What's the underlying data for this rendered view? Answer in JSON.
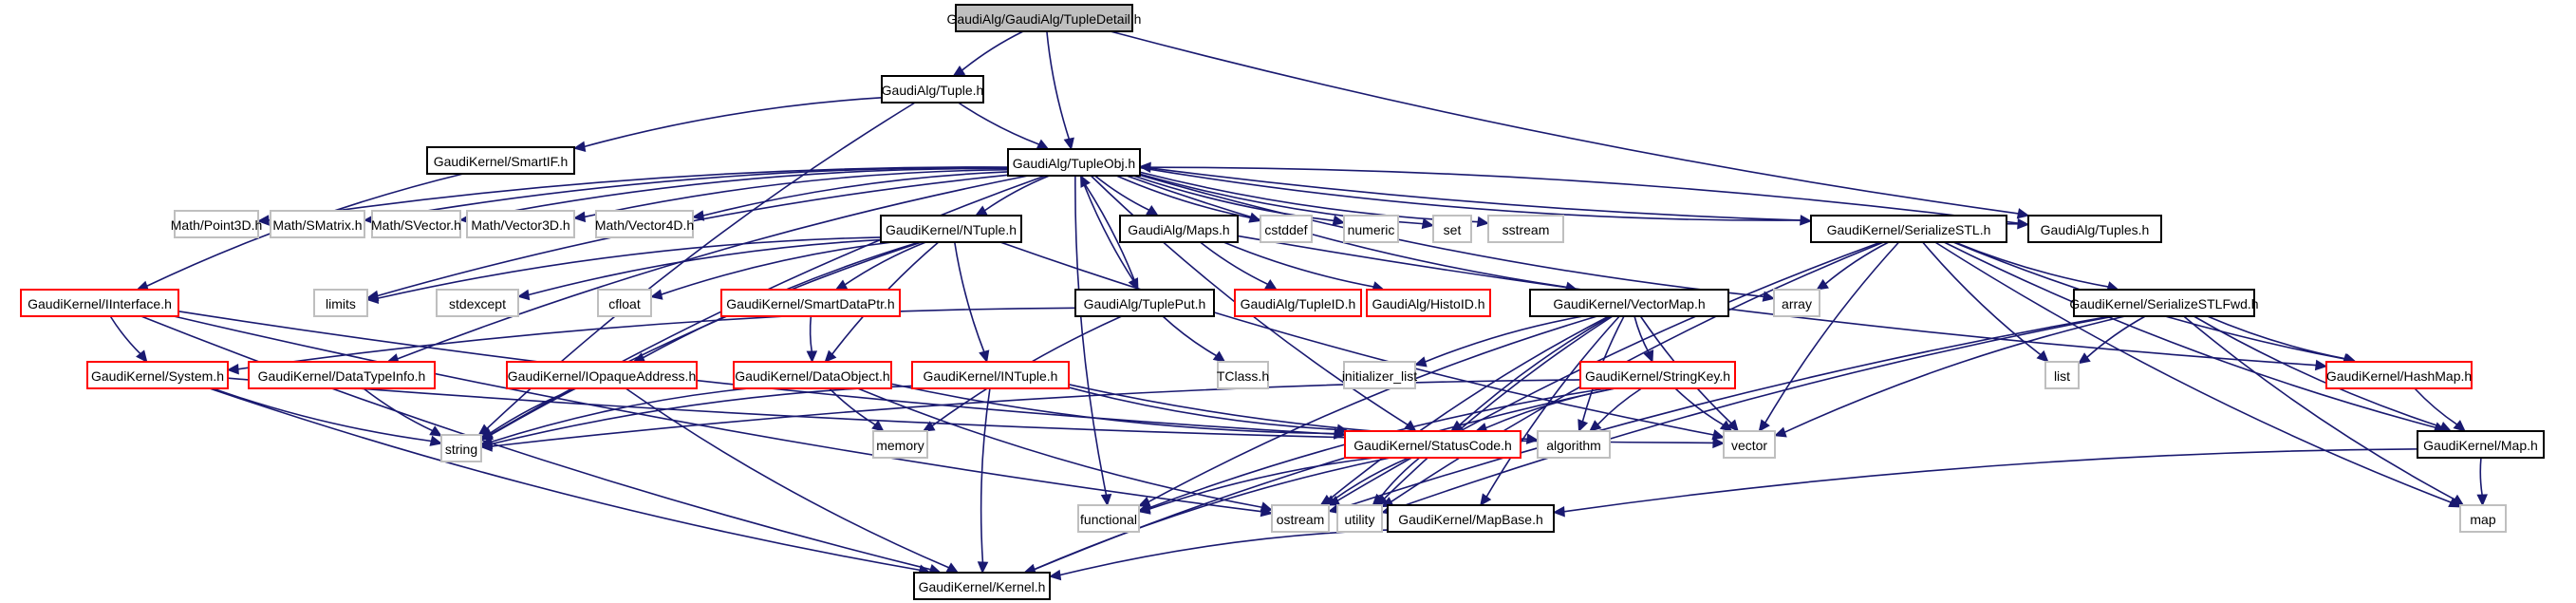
{
  "title": "GaudiAlg/GaudiAlg/TupleDetail.h include dependency graph",
  "colors": {
    "edge": "#191970",
    "local_border": "#000000",
    "external_border": "#bfbfbf",
    "incomplete_border": "#ff0000",
    "root_fill": "#bfbfbf"
  },
  "nodes": [
    {
      "id": "TupleDetail",
      "label": "GaudiAlg/GaudiAlg/TupleDetail.h",
      "kind": "root"
    },
    {
      "id": "Tuple",
      "label": "GaudiAlg/Tuple.h",
      "kind": "local"
    },
    {
      "id": "SmartIF",
      "label": "GaudiKernel/SmartIF.h",
      "kind": "local"
    },
    {
      "id": "TupleObj",
      "label": "GaudiAlg/TupleObj.h",
      "kind": "local"
    },
    {
      "id": "Point3D",
      "label": "Math/Point3D.h",
      "kind": "std"
    },
    {
      "id": "SMatrix",
      "label": "Math/SMatrix.h",
      "kind": "std"
    },
    {
      "id": "SVector",
      "label": "Math/SVector.h",
      "kind": "std"
    },
    {
      "id": "Vector3D",
      "label": "Math/Vector3D.h",
      "kind": "std"
    },
    {
      "id": "Vector4D",
      "label": "Math/Vector4D.h",
      "kind": "std"
    },
    {
      "id": "NTuple",
      "label": "GaudiKernel/NTuple.h",
      "kind": "local"
    },
    {
      "id": "Maps",
      "label": "GaudiAlg/Maps.h",
      "kind": "local"
    },
    {
      "id": "cstddef",
      "label": "cstddef",
      "kind": "std"
    },
    {
      "id": "numeric",
      "label": "numeric",
      "kind": "std"
    },
    {
      "id": "set",
      "label": "set",
      "kind": "std"
    },
    {
      "id": "sstream",
      "label": "sstream",
      "kind": "std"
    },
    {
      "id": "SerializeSTL",
      "label": "GaudiKernel/SerializeSTL.h",
      "kind": "local"
    },
    {
      "id": "Tuples",
      "label": "GaudiAlg/Tuples.h",
      "kind": "local"
    },
    {
      "id": "IInterface",
      "label": "GaudiKernel/IInterface.h",
      "kind": "red"
    },
    {
      "id": "limits",
      "label": "limits",
      "kind": "std"
    },
    {
      "id": "stdexcept",
      "label": "stdexcept",
      "kind": "std"
    },
    {
      "id": "cfloat",
      "label": "cfloat",
      "kind": "std"
    },
    {
      "id": "SmartDataPtr",
      "label": "GaudiKernel/SmartDataPtr.h",
      "kind": "red"
    },
    {
      "id": "TuplePut",
      "label": "GaudiAlg/TuplePut.h",
      "kind": "local"
    },
    {
      "id": "TupleID",
      "label": "GaudiAlg/TupleID.h",
      "kind": "red"
    },
    {
      "id": "HistoID",
      "label": "GaudiAlg/HistoID.h",
      "kind": "red"
    },
    {
      "id": "VectorMap",
      "label": "GaudiKernel/VectorMap.h",
      "kind": "local"
    },
    {
      "id": "array",
      "label": "array",
      "kind": "std"
    },
    {
      "id": "SerializeSTLFwd",
      "label": "GaudiKernel/SerializeSTLFwd.h",
      "kind": "local"
    },
    {
      "id": "System",
      "label": "GaudiKernel/System.h",
      "kind": "red"
    },
    {
      "id": "DataTypeInfo",
      "label": "GaudiKernel/DataTypeInfo.h",
      "kind": "red"
    },
    {
      "id": "IOpaqueAddress",
      "label": "GaudiKernel/IOpaqueAddress.h",
      "kind": "red"
    },
    {
      "id": "DataObject",
      "label": "GaudiKernel/DataObject.h",
      "kind": "red"
    },
    {
      "id": "INTuple",
      "label": "GaudiKernel/INTuple.h",
      "kind": "red"
    },
    {
      "id": "TClass",
      "label": "TClass.h",
      "kind": "std"
    },
    {
      "id": "initializer_list",
      "label": "initializer_list",
      "kind": "std"
    },
    {
      "id": "StringKey",
      "label": "GaudiKernel/StringKey.h",
      "kind": "red"
    },
    {
      "id": "list",
      "label": "list",
      "kind": "std"
    },
    {
      "id": "HashMap",
      "label": "GaudiKernel/HashMap.h",
      "kind": "red"
    },
    {
      "id": "string",
      "label": "string",
      "kind": "std"
    },
    {
      "id": "memory",
      "label": "memory",
      "kind": "std"
    },
    {
      "id": "StatusCode",
      "label": "GaudiKernel/StatusCode.h",
      "kind": "red"
    },
    {
      "id": "algorithm",
      "label": "algorithm",
      "kind": "std"
    },
    {
      "id": "vector",
      "label": "vector",
      "kind": "std"
    },
    {
      "id": "Map",
      "label": "GaudiKernel/Map.h",
      "kind": "local"
    },
    {
      "id": "functional",
      "label": "functional",
      "kind": "std"
    },
    {
      "id": "ostream",
      "label": "ostream",
      "kind": "std"
    },
    {
      "id": "utility",
      "label": "utility",
      "kind": "std"
    },
    {
      "id": "MapBase",
      "label": "GaudiKernel/MapBase.h",
      "kind": "local"
    },
    {
      "id": "map",
      "label": "map",
      "kind": "std"
    },
    {
      "id": "Kernel",
      "label": "GaudiKernel/Kernel.h",
      "kind": "local"
    }
  ],
  "edges": [
    [
      "TupleDetail",
      "Tuple"
    ],
    [
      "TupleDetail",
      "TupleObj"
    ],
    [
      "TupleDetail",
      "Tuples"
    ],
    [
      "Tuple",
      "TupleObj"
    ],
    [
      "Tuple",
      "SmartIF"
    ],
    [
      "Tuple",
      "string"
    ],
    [
      "SmartIF",
      "IInterface"
    ],
    [
      "TupleObj",
      "Point3D"
    ],
    [
      "TupleObj",
      "SMatrix"
    ],
    [
      "TupleObj",
      "SVector"
    ],
    [
      "TupleObj",
      "Vector3D"
    ],
    [
      "TupleObj",
      "Vector4D"
    ],
    [
      "TupleObj",
      "NTuple"
    ],
    [
      "TupleObj",
      "Maps"
    ],
    [
      "TupleObj",
      "cstddef"
    ],
    [
      "TupleObj",
      "numeric"
    ],
    [
      "TupleObj",
      "set"
    ],
    [
      "TupleObj",
      "sstream"
    ],
    [
      "TupleObj",
      "SerializeSTL"
    ],
    [
      "TupleObj",
      "Tuples"
    ],
    [
      "TupleObj",
      "TuplePut"
    ],
    [
      "TupleObj",
      "VectorMap"
    ],
    [
      "TupleObj",
      "array"
    ],
    [
      "TupleObj",
      "limits"
    ],
    [
      "TupleObj",
      "string"
    ],
    [
      "TupleObj",
      "DataTypeInfo"
    ],
    [
      "TupleObj",
      "StatusCode"
    ],
    [
      "TupleObj",
      "functional"
    ],
    [
      "Tuples",
      "TupleObj"
    ],
    [
      "TuplePut",
      "TupleObj"
    ],
    [
      "NTuple",
      "limits"
    ],
    [
      "NTuple",
      "stdexcept"
    ],
    [
      "NTuple",
      "cfloat"
    ],
    [
      "NTuple",
      "SmartDataPtr"
    ],
    [
      "NTuple",
      "IOpaqueAddress"
    ],
    [
      "NTuple",
      "DataObject"
    ],
    [
      "NTuple",
      "INTuple"
    ],
    [
      "NTuple",
      "string"
    ],
    [
      "NTuple",
      "vector"
    ],
    [
      "Maps",
      "TupleID"
    ],
    [
      "Maps",
      "HistoID"
    ],
    [
      "Maps",
      "HashMap"
    ],
    [
      "SerializeSTL",
      "array"
    ],
    [
      "SerializeSTL",
      "SerializeSTLFwd"
    ],
    [
      "SerializeSTL",
      "list"
    ],
    [
      "SerializeSTL",
      "vector"
    ],
    [
      "SerializeSTL",
      "ostream"
    ],
    [
      "SerializeSTL",
      "HashMap"
    ],
    [
      "SerializeSTL",
      "Map"
    ],
    [
      "SerializeSTL",
      "map"
    ],
    [
      "SerializeSTL",
      "utility"
    ],
    [
      "IInterface",
      "System"
    ],
    [
      "IInterface",
      "StatusCode"
    ],
    [
      "IInterface",
      "Kernel"
    ],
    [
      "IInterface",
      "ostream"
    ],
    [
      "SmartDataPtr",
      "DataObject"
    ],
    [
      "TuplePut",
      "TClass"
    ],
    [
      "TuplePut",
      "System"
    ],
    [
      "TuplePut",
      "memory"
    ],
    [
      "VectorMap",
      "initializer_list"
    ],
    [
      "VectorMap",
      "StringKey"
    ],
    [
      "VectorMap",
      "algorithm"
    ],
    [
      "VectorMap",
      "vector"
    ],
    [
      "VectorMap",
      "functional"
    ],
    [
      "VectorMap",
      "ostream"
    ],
    [
      "VectorMap",
      "utility"
    ],
    [
      "VectorMap",
      "MapBase"
    ],
    [
      "VectorMap",
      "StatusCode"
    ],
    [
      "SerializeSTLFwd",
      "list"
    ],
    [
      "SerializeSTLFwd",
      "HashMap"
    ],
    [
      "SerializeSTLFwd",
      "Map"
    ],
    [
      "SerializeSTLFwd",
      "vector"
    ],
    [
      "SerializeSTLFwd",
      "ostream"
    ],
    [
      "SerializeSTLFwd",
      "map"
    ],
    [
      "SerializeSTLFwd",
      "utility"
    ],
    [
      "System",
      "string"
    ],
    [
      "System",
      "Kernel"
    ],
    [
      "System",
      "vector"
    ],
    [
      "DataTypeInfo",
      "string"
    ],
    [
      "IOpaqueAddress",
      "string"
    ],
    [
      "IOpaqueAddress",
      "Kernel"
    ],
    [
      "DataObject",
      "string"
    ],
    [
      "DataObject",
      "memory"
    ],
    [
      "DataObject",
      "StatusCode"
    ],
    [
      "DataObject",
      "ostream"
    ],
    [
      "INTuple",
      "string"
    ],
    [
      "INTuple",
      "Kernel"
    ],
    [
      "INTuple",
      "StatusCode"
    ],
    [
      "INTuple",
      "algorithm"
    ],
    [
      "StringKey",
      "string"
    ],
    [
      "StringKey",
      "algorithm"
    ],
    [
      "StringKey",
      "vector"
    ],
    [
      "StringKey",
      "functional"
    ],
    [
      "StringKey",
      "StatusCode"
    ],
    [
      "StringKey",
      "Kernel"
    ],
    [
      "StatusCode",
      "functional"
    ],
    [
      "StatusCode",
      "ostream"
    ],
    [
      "StatusCode",
      "Kernel"
    ],
    [
      "StatusCode",
      "utility"
    ],
    [
      "HashMap",
      "Map"
    ],
    [
      "Map",
      "map"
    ],
    [
      "Map",
      "MapBase"
    ],
    [
      "MapBase",
      "Kernel"
    ]
  ]
}
